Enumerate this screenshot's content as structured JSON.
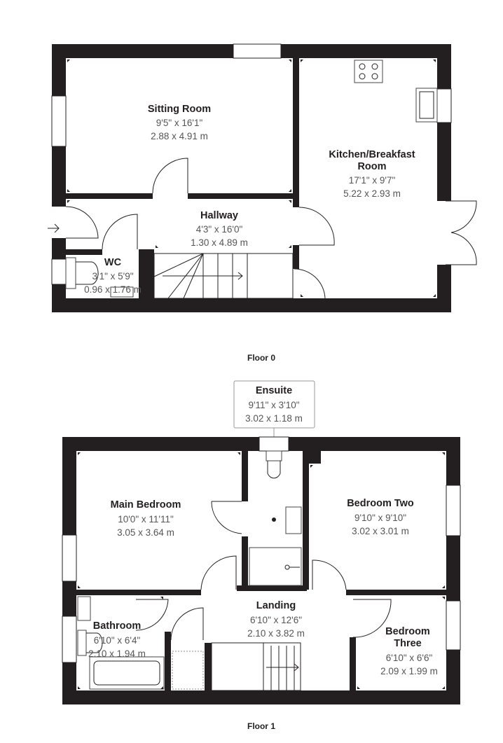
{
  "floors": [
    {
      "label": "Floor 0",
      "rooms": [
        {
          "name": "Sitting Room",
          "imperial": "9'5\" x 16'1\"",
          "metric": "2.88 x 4.91 m"
        },
        {
          "name": "Kitchen/Breakfast",
          "name2": "Room",
          "imperial": "17'1\" x 9'7\"",
          "metric": "5.22 x 2.93 m"
        },
        {
          "name": "Hallway",
          "imperial": "4'3\" x 16'0\"",
          "metric": "1.30 x 4.89 m"
        },
        {
          "name": "WC",
          "imperial": "3'1\" x 5'9\"",
          "metric": "0.96 x 1.76 m"
        }
      ]
    },
    {
      "label": "Floor 1",
      "rooms": [
        {
          "name": "Ensuite",
          "imperial": "9'11\" x 3'10\"",
          "metric": "3.02 x 1.18 m"
        },
        {
          "name": "Main Bedroom",
          "imperial": "10'0\" x 11'11\"",
          "metric": "3.05 x 3.64 m"
        },
        {
          "name": "Bedroom Two",
          "imperial": "9'10\" x 9'10\"",
          "metric": "3.02 x 3.01 m"
        },
        {
          "name": "Landing",
          "imperial": "6'10\" x 12'6\"",
          "metric": "2.10 x 3.82 m"
        },
        {
          "name": "Bathroom",
          "imperial": "6'10\" x 6'4\"",
          "metric": "2.10 x 1.94 m"
        },
        {
          "name": "Bedroom",
          "name2": "Three",
          "imperial": "6'10\" x 6'6\"",
          "metric": "2.09 x 1.99 m"
        }
      ]
    }
  ],
  "colors": {
    "wall": "#231f20",
    "dimension_text": "#555555",
    "background": "#ffffff"
  }
}
